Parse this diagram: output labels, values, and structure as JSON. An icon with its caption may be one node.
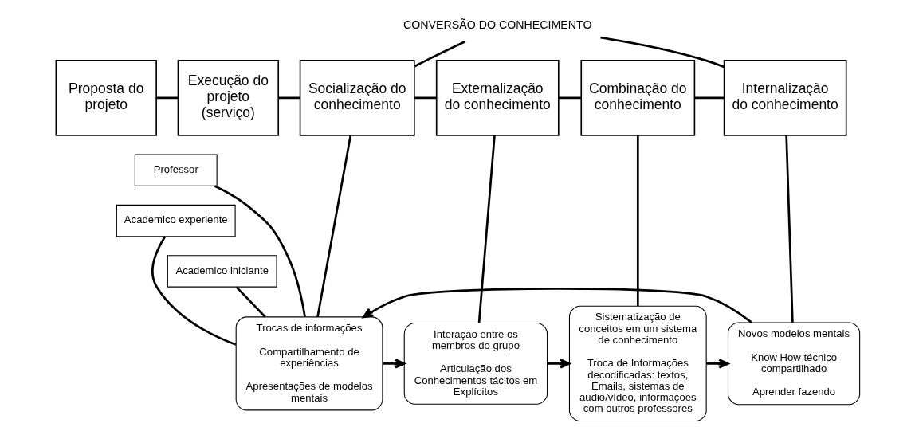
{
  "diagram": {
    "nodes": [
      {
        "text": [
          "Proposta do projeto"
        ]
      },
      {
        "text": [
          "Execução do projeto (serviço)"
        ]
      },
      {
        "text": [
          "Socialização do conhecimento"
        ]
      },
      {
        "text": [
          "Externalização do conhecimento"
        ]
      },
      {
        "text": [
          "Combinação do conhecimento"
        ]
      },
      {
        "text": [
          "Internalização do conhecimento"
        ]
      },
      {
        "text": [
          "CONVERSÃO DO CONHECIMENTO"
        ]
      },
      {
        "text": [
          "Professor"
        ]
      },
      {
        "text": [
          "Academico experiente"
        ]
      },
      {
        "text": [
          "Academico iniciante"
        ]
      },
      {
        "text": [
          "Trocas de informações",
          "Compartilhamento de experiências",
          "Apresentações de modelos mentais"
        ]
      },
      {
        "text": [
          "Interação entre os membros do grupo",
          "Articulação dos Conhecimentos tácitos em Explícitos"
        ]
      },
      {
        "text": [
          "Sistematização de conceitos em um sistema de conhecimento",
          "Troca de Informações decodificadas: textos, Emails, sistemas de audio/vídeo, informações com outros professores"
        ]
      },
      {
        "text": [
          "Novos modelos mentais",
          "Know How técnico compartilhado",
          "Aprender fazendo"
        ]
      }
    ],
    "edges": [
      {
        "from": 0,
        "to": 1,
        "arrow": "none"
      },
      {
        "from": 1,
        "to": 2,
        "arrow": "none"
      },
      {
        "from": 2,
        "to": 3,
        "arrow": "none"
      },
      {
        "from": 3,
        "to": 4,
        "arrow": "none"
      },
      {
        "from": 4,
        "to": 5,
        "arrow": "none"
      },
      {
        "from": 6,
        "to": 2,
        "arrow": "none"
      },
      {
        "from": 6,
        "to": 5,
        "arrow": "none"
      },
      {
        "from": 2,
        "to": 10,
        "arrow": "none"
      },
      {
        "from": 3,
        "to": 11,
        "arrow": "none"
      },
      {
        "from": 4,
        "to": 12,
        "arrow": "none"
      },
      {
        "from": 5,
        "to": 13,
        "arrow": "none"
      },
      {
        "from": 7,
        "to": 10,
        "arrow": "none"
      },
      {
        "from": 8,
        "to": 10,
        "arrow": "none"
      },
      {
        "from": 9,
        "to": 10,
        "arrow": "none"
      },
      {
        "from": 10,
        "to": 11,
        "arrow": "to"
      },
      {
        "from": 11,
        "to": 12,
        "arrow": "to"
      },
      {
        "from": 12,
        "to": 13,
        "arrow": "to"
      },
      {
        "from": 13,
        "to": 10,
        "arrow": "to"
      }
    ]
  }
}
